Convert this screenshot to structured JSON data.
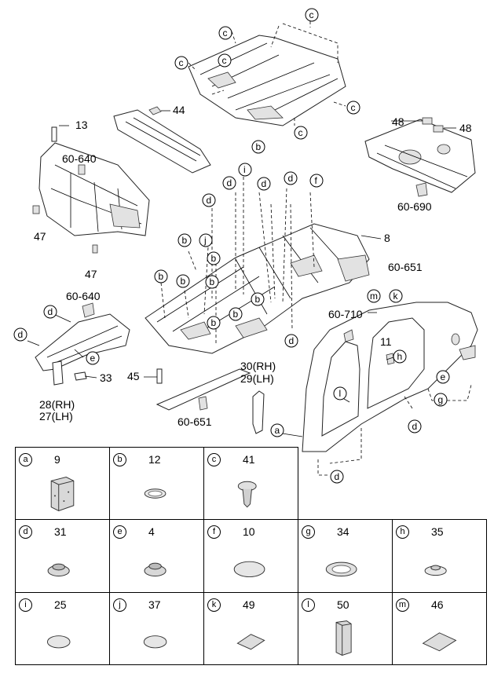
{
  "callouts": {
    "p13": "13",
    "p60_640a": "60-640",
    "p47a": "47",
    "p47b": "47",
    "p44": "44",
    "p48a": "48",
    "p48b": "48",
    "p60_690": "60-690",
    "p8": "8",
    "p60_651a": "60-651",
    "p60_640b": "60-640",
    "p33": "33",
    "p28rh": "28(RH)",
    "p27lh": "27(LH)",
    "p45": "45",
    "p60_651b": "60-651",
    "p30rh": "30(RH)",
    "p29lh": "29(LH)",
    "p60_710": "60-710",
    "p11": "11"
  },
  "letters": {
    "a": "a",
    "b": "b",
    "c": "c",
    "d": "d",
    "e": "e",
    "f": "f",
    "g": "g",
    "h": "h",
    "i": "i",
    "j": "j",
    "k": "k",
    "l": "l",
    "m": "m"
  },
  "legend": [
    {
      "letter": "a",
      "part": "9",
      "icon": "block-plug-icon"
    },
    {
      "letter": "b",
      "part": "12",
      "icon": "ring-plug-icon"
    },
    {
      "letter": "c",
      "part": "41",
      "icon": "clip-icon"
    },
    {
      "letter": "d",
      "part": "31",
      "icon": "grommet-icon"
    },
    {
      "letter": "e",
      "part": "4",
      "icon": "grommet-icon"
    },
    {
      "letter": "f",
      "part": "10",
      "icon": "cap-plug-icon"
    },
    {
      "letter": "g",
      "part": "34",
      "icon": "ring-plug-icon"
    },
    {
      "letter": "h",
      "part": "35",
      "icon": "cone-plug-icon"
    },
    {
      "letter": "i",
      "part": "25",
      "icon": "cap-plug-icon"
    },
    {
      "letter": "j",
      "part": "37",
      "icon": "cap-plug-icon"
    },
    {
      "letter": "k",
      "part": "49",
      "icon": "pad-icon"
    },
    {
      "letter": "l",
      "part": "50",
      "icon": "block-plug-icon"
    },
    {
      "letter": "m",
      "part": "46",
      "icon": "pad-icon"
    }
  ]
}
